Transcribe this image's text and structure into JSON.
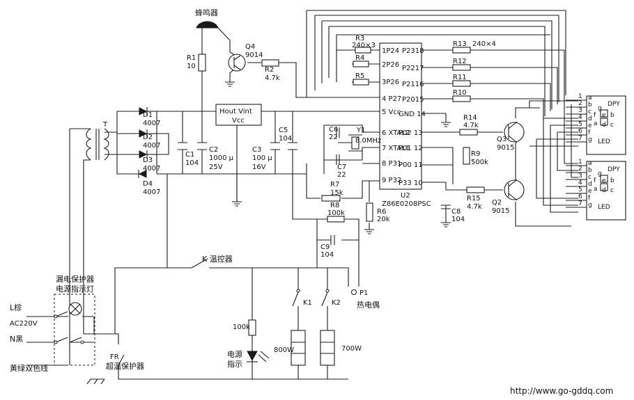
{
  "components": {
    "buzzer": "蜂鸣器",
    "r1": {
      "name": "R1",
      "value": "10"
    },
    "q4": {
      "name": "Q4",
      "value": "9014"
    },
    "r2": {
      "name": "R2",
      "value": "4.7k"
    },
    "r3": {
      "name": "R3",
      "value": "240×3"
    },
    "r4": "R4",
    "r5": "R5",
    "r13": {
      "name": "R13",
      "value": "240×4"
    },
    "r12": "R12",
    "r11": "R11",
    "r10": "R10",
    "r14": {
      "name": "R14",
      "value": "4.7k"
    },
    "r9": {
      "name": "R9",
      "value": "500k"
    },
    "r15": {
      "name": "R15",
      "value": "4.7k"
    },
    "r7": {
      "name": "R7",
      "value": "15k"
    },
    "r8": {
      "name": "R8",
      "value": "100k"
    },
    "r6": {
      "name": "R6",
      "value": "20k"
    },
    "c9": {
      "name": "C9",
      "value": "104"
    },
    "c8": {
      "name": "C8",
      "value": "104"
    },
    "c6": {
      "name": "C6",
      "value": "22"
    },
    "c7": {
      "name": "C7",
      "value": "22"
    },
    "y1": {
      "name": "Y1",
      "value": "8.0MHz"
    },
    "q3": {
      "name": "Q3",
      "value": "9015"
    },
    "q2": {
      "name": "Q2",
      "value": "9015"
    },
    "d1": {
      "name": "D1",
      "value": "4007"
    },
    "d2": {
      "name": "D2",
      "value": "4007"
    },
    "d3": {
      "name": "D3",
      "value": "4007"
    },
    "d4": {
      "name": "D4",
      "value": "4007"
    },
    "c1": {
      "name": "C1",
      "value": "104"
    },
    "c2": {
      "name": "C2",
      "value": "1000 μ",
      "voltage": "25V"
    },
    "c3": {
      "name": "C3",
      "value": "100 μ",
      "voltage": "16V"
    },
    "c5": {
      "name": "C5",
      "value": "104"
    },
    "transformer": "T",
    "regulator": {
      "pins": "Hout Vint",
      "out": "Vcc"
    },
    "mcu": {
      "name": "U2",
      "part": "Z86E0208PSC",
      "left_pins": [
        "1P24",
        "2P26",
        "3P26",
        "4 P27",
        "5 Vcc",
        "6 XTAL2",
        "7 XTAL1",
        "8 P31",
        "9 P32"
      ],
      "right_pins": [
        "P2318",
        "P2217",
        "P2116",
        "P2015",
        "GND 14",
        "P02 13",
        "P01 12",
        "P00 11",
        "P33 10"
      ]
    },
    "dpy": {
      "title": "DPY",
      "footer": "LED",
      "pins": [
        "1",
        "2",
        "3",
        "4",
        "5",
        "6",
        "7"
      ],
      "segs": [
        "a",
        "b",
        "c",
        "d",
        "e",
        "f",
        "g"
      ],
      "glyph": {
        "g": "g",
        "f": "f",
        "e": "e",
        "b": "b",
        "a": "a",
        "d": "d",
        "c": "c"
      }
    },
    "k_thermo": "K 温控器",
    "p1": {
      "name": "P1",
      "label": "热电偶"
    },
    "k1": "K1",
    "k2": "K2",
    "r100k": "100k",
    "power_led": {
      "line1": "电源",
      "line2": "指示"
    },
    "heater1": "800W",
    "heater2": "700W",
    "leakage": {
      "line1": "漏电保护器",
      "line2": "电源指示灯"
    },
    "l_line": "L棕",
    "ac": "AC220V",
    "n_line": "N黑",
    "fr": {
      "name": "FR",
      "label": "超温保护器"
    },
    "ground_wire": "黄绿双色线"
  },
  "watermark": "http://www.go-gddq.com"
}
